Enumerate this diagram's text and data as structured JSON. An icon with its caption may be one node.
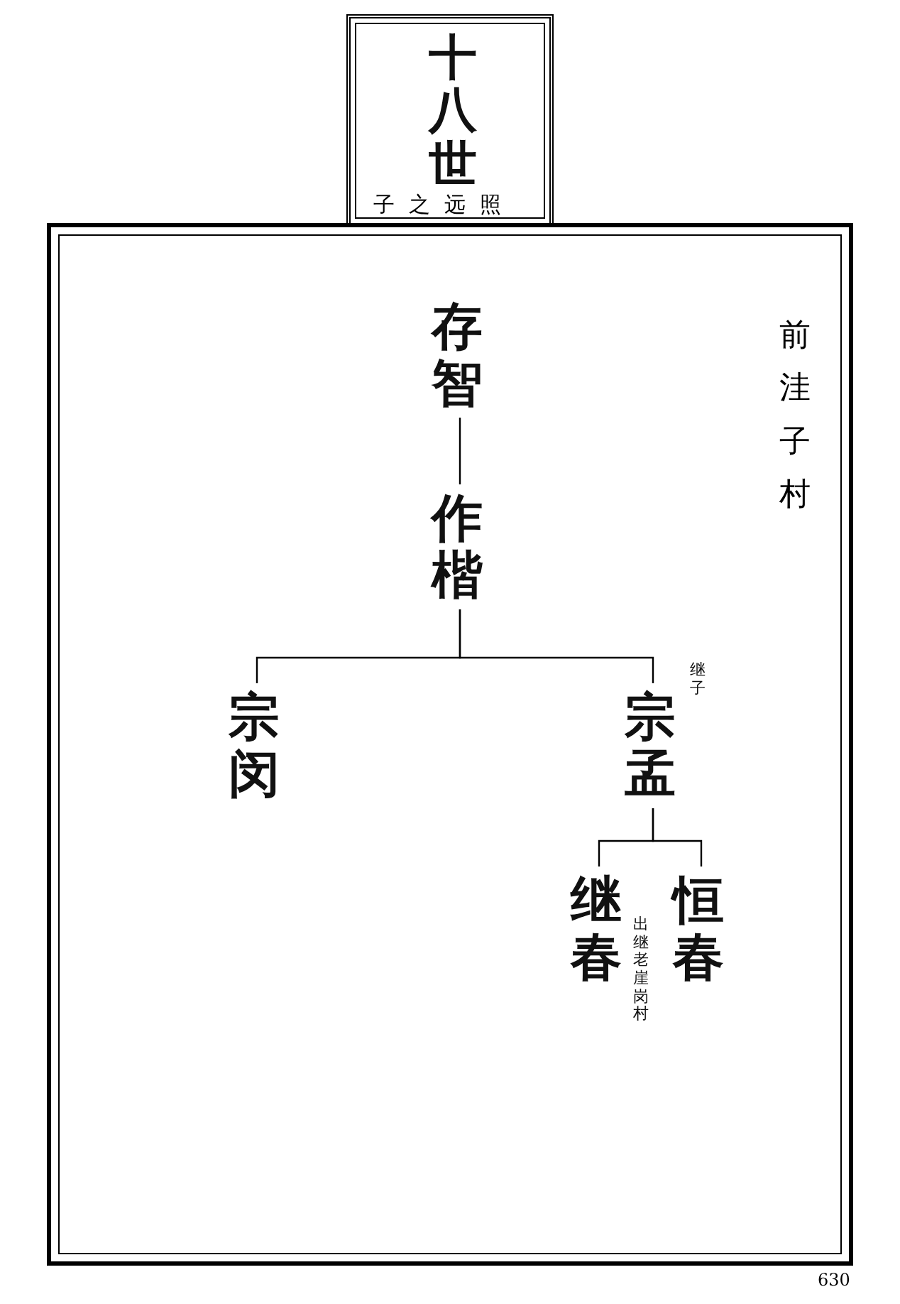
{
  "diagram": {
    "nodes": [
      {
        "text": [
          "十八世",
          "子之远照"
        ]
      },
      {
        "text": [
          "前洼子村"
        ]
      },
      {
        "text": [
          "存智"
        ],
        "in": 1
      },
      {
        "text": [
          "作楷"
        ],
        "in": 1
      },
      {
        "text": [
          "宗闵"
        ],
        "in": 1
      },
      {
        "text": [
          "宗孟"
        ],
        "in": 1,
        "beside": [
          "继子"
        ]
      },
      {
        "text": [
          "继春"
        ],
        "in": 1,
        "beside": [
          "出继老崖岗村"
        ]
      },
      {
        "text": [
          "恒春"
        ],
        "in": 1
      }
    ],
    "edges": [
      {
        "from": 2,
        "to": 3,
        "arrow": "none"
      },
      {
        "from": 3,
        "to": 4,
        "arrow": "none"
      },
      {
        "from": 3,
        "to": 5,
        "arrow": "none"
      },
      {
        "from": 5,
        "to": 6,
        "arrow": "none"
      },
      {
        "from": 5,
        "to": 7,
        "arrow": "none"
      }
    ],
    "labels": [
      "630"
    ]
  }
}
